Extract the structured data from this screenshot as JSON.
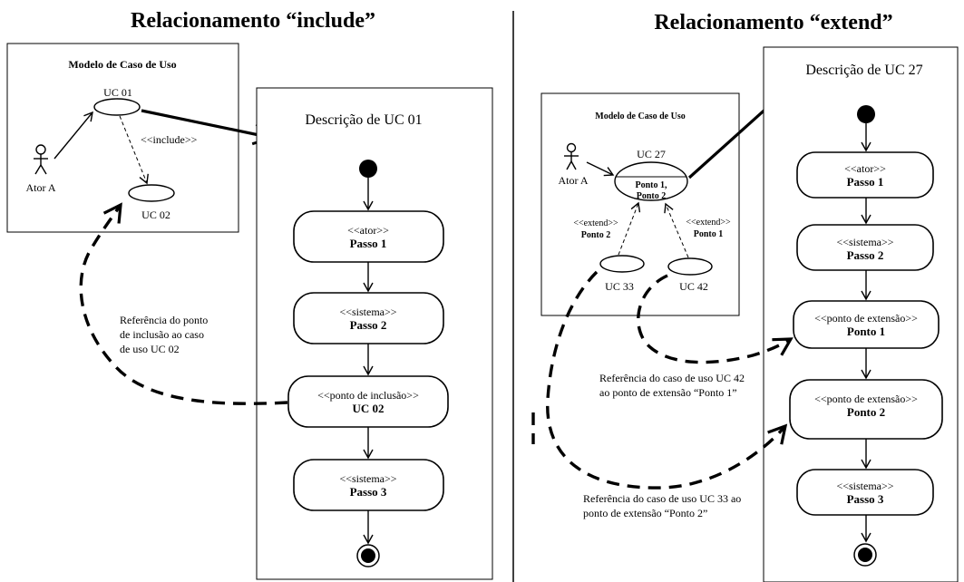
{
  "left": {
    "title": "Relacionamento “include”",
    "model": {
      "title": "Modelo de Caso de Uso",
      "actor": "Ator A",
      "uc_top": "UC 01",
      "uc_bottom": "UC 02",
      "relation": "<<include>>"
    },
    "description_title": "Descrição de UC 01",
    "steps": [
      {
        "stereotype": "<<ator>>",
        "name": "Passo 1"
      },
      {
        "stereotype": "<<sistema>>",
        "name": "Passo 2"
      },
      {
        "stereotype": "<<ponto de inclusão>>",
        "name": "UC 02"
      },
      {
        "stereotype": "<<sistema>>",
        "name": "Passo 3"
      }
    ],
    "note": [
      "Referência do ponto",
      "de inclusão ao caso",
      "de uso UC 02"
    ]
  },
  "right": {
    "title": "Relacionamento “extend”",
    "model": {
      "title": "Modelo de Caso de Uso",
      "actor": "Ator A",
      "uc_main": "UC 27",
      "uc_main_points": [
        "Ponto 1,",
        "Ponto 2"
      ],
      "extend_left_label": "<<extend>>",
      "extend_left_point": "Ponto 2",
      "extend_right_label": "<<extend>>",
      "extend_right_point": "Ponto 1",
      "uc_left": "UC 33",
      "uc_right": "UC 42"
    },
    "description_title": "Descrição de UC 27",
    "steps": [
      {
        "stereotype": "<<ator>>",
        "name": "Passo 1"
      },
      {
        "stereotype": "<<sistema>>",
        "name": "Passo 2"
      },
      {
        "stereotype": "<<ponto de extensão>>",
        "name": "Ponto 1"
      },
      {
        "stereotype": "<<ponto de extensão>>",
        "name": "Ponto 2"
      },
      {
        "stereotype": "<<sistema>>",
        "name": "Passo 3"
      }
    ],
    "note_top": [
      "Referência do caso de uso UC 42",
      "ao ponto de extensão “Ponto 1”"
    ],
    "note_bottom": [
      "Referência do caso de uso UC 33 ao",
      "ponto de extensão “Ponto 2”"
    ]
  }
}
